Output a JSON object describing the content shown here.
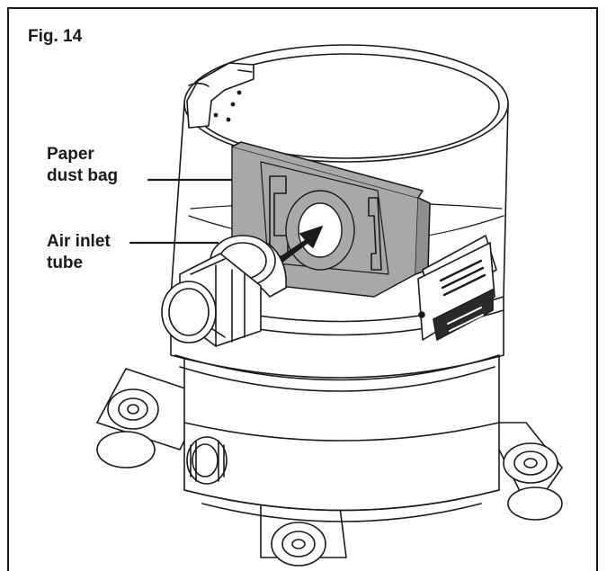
{
  "figure": {
    "title": "Fig. 14"
  },
  "callouts": {
    "dust_bag": {
      "line1": "Paper",
      "line2": "dust bag"
    },
    "inlet_tube": {
      "line1": "Air inlet",
      "line2": "tube"
    }
  },
  "colors": {
    "line": "#1a1a1a",
    "bag_fill": "#a8a8a8",
    "bag_hole_ring": "#ffffff",
    "drum": "#ffffff",
    "accent_dark": "#2a2a2a"
  }
}
